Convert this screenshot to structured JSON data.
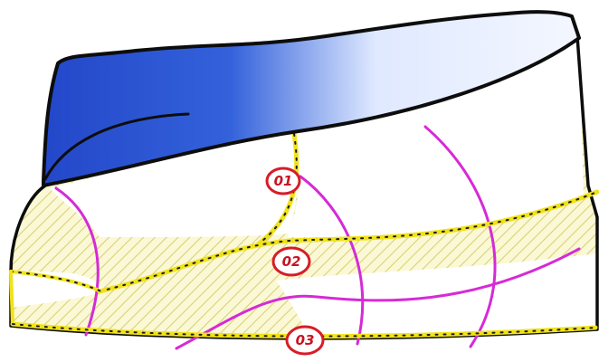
{
  "colors": {
    "background": "#ffffff",
    "body_fill": "#fbf8d6",
    "hatch": "#d8d27a",
    "body_outline": "#0d0d0d",
    "seam_yellow": "#f0e21a",
    "seam_dark": "#1a1a1a",
    "magenta_line": "#d62ad6",
    "blue_top": "#2f5ed8",
    "blue_light": "#dfe9ff",
    "badge_stroke": "#d81c28",
    "badge_fill": "#ffffff",
    "badge_text": "#c81422"
  },
  "labels": [
    {
      "id": "01",
      "text": "01"
    },
    {
      "id": "02",
      "text": "02"
    },
    {
      "id": "03",
      "text": "03"
    }
  ]
}
